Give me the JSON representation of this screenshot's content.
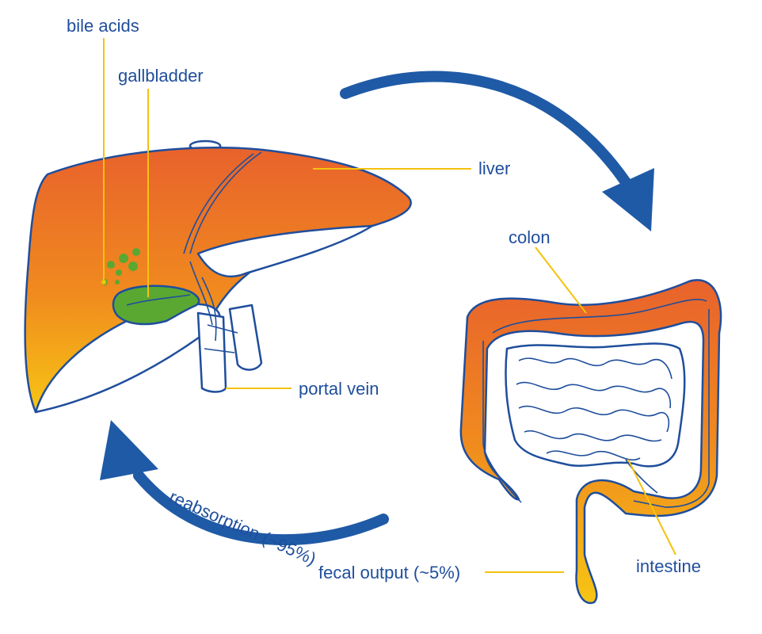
{
  "labels": {
    "bile_acids": "bile acids",
    "gallbladder": "gallbladder",
    "liver": "liver",
    "portal_vein": "portal vein",
    "colon": "colon",
    "intestine": "intestine",
    "fecal_output": "fecal output (~5%)",
    "reabsorption": "reabsorption (~95%)"
  },
  "colors": {
    "label_text": "#1f4e9c",
    "leader_line": "#f4c20d",
    "arrow": "#1f5aa6",
    "organ_orange": "#e8622c",
    "organ_yellow": "#f7c514",
    "gallbladder_green": "#5aa832",
    "bile_acid_green": "#5aa832"
  }
}
